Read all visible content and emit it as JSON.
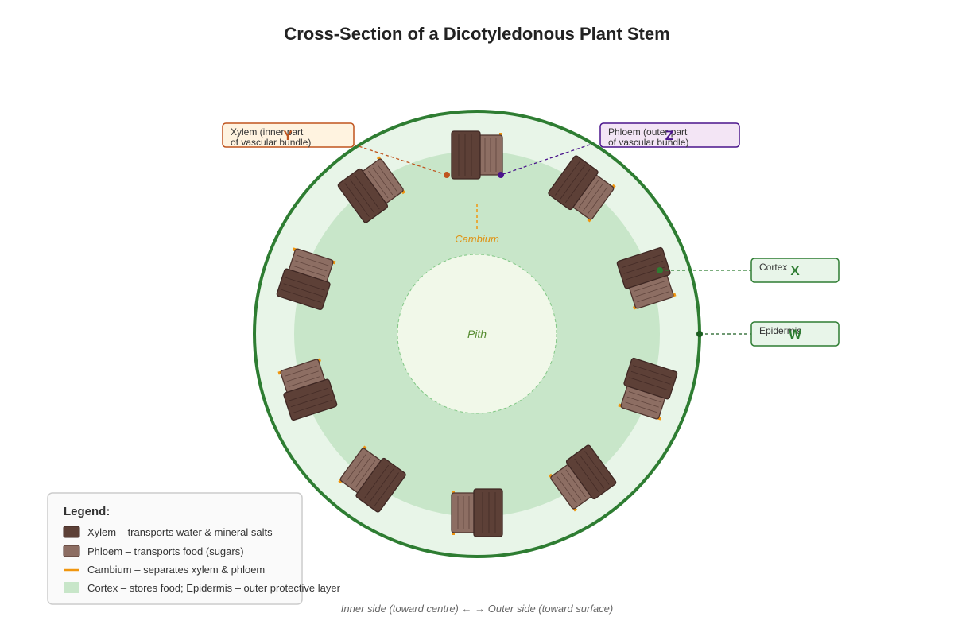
{
  "title": "Cross-Section of a Dicotyledonous Plant Stem",
  "colors": {
    "epidermis_fill": "#e8f5e8",
    "epidermis_stroke": "#2e7d32",
    "cortex_fill": "#c8e6c9",
    "pith_fill": "#f1f8e9",
    "pith_stroke": "#81c784",
    "xylem": "#5d4037",
    "phloem": "#8d6e63",
    "cambium": "#f0960f",
    "xylem_callout": "#c0541e",
    "phloem_callout": "#4a148c",
    "tissue_callout": "#2e7d32"
  },
  "regions": {
    "pith": "Pith",
    "cambium": "Cambium"
  },
  "vascular_bundle_count": 10,
  "callouts": {
    "Y": {
      "letter": "Y",
      "line1": "Xylem (inner part",
      "line2": "of vascular bundle)"
    },
    "Z": {
      "letter": "Z",
      "line1": "Phloem (outer part",
      "line2": "of vascular bundle)"
    },
    "X": {
      "letter": "X",
      "text": "Cortex"
    },
    "W": {
      "letter": "W",
      "text": "Epidermis"
    }
  },
  "legend": {
    "title": "Legend:",
    "items": [
      {
        "swatch": "xylem",
        "text": "Xylem – transports water & mineral salts"
      },
      {
        "swatch": "phloem",
        "text": "Phloem – transports food (sugars)"
      },
      {
        "swatch": "cambium",
        "text": "Cambium – separates xylem & phloem"
      },
      {
        "swatch": "cortex",
        "text": "Cortex – stores food; Epidermis – outer protective layer"
      }
    ]
  },
  "footer": "Inner side (toward centre) ← → Outer side (toward surface)"
}
